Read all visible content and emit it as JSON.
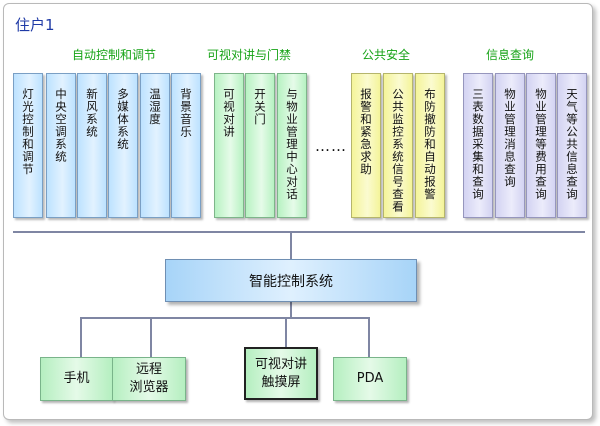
{
  "title": "住户1",
  "categories": [
    {
      "label": "自动控制和调节",
      "color": "#17a317"
    },
    {
      "label": "可视对讲与门禁",
      "color": "#17a317"
    },
    {
      "label": "公共安全",
      "color": "#17a317"
    },
    {
      "label": "信息查询",
      "color": "#17a317"
    }
  ],
  "items": [
    {
      "label": "灯光控制和调节",
      "group": "blue"
    },
    {
      "label": "中央空调系统",
      "group": "blue"
    },
    {
      "label": "新风系统",
      "group": "blue"
    },
    {
      "label": "多媒体系统",
      "group": "blue"
    },
    {
      "label": "温湿度",
      "group": "blue"
    },
    {
      "label": "背景音乐",
      "group": "blue"
    },
    {
      "label": "可视对讲",
      "group": "green"
    },
    {
      "label": "开关门",
      "group": "green"
    },
    {
      "label": "与物业管理中心对话",
      "group": "green"
    },
    {
      "label": "报警和紧急求助",
      "group": "yellow"
    },
    {
      "label": "公共监控系统信号查看",
      "group": "yellow"
    },
    {
      "label": "布防撤防和自动报警",
      "group": "yellow"
    },
    {
      "label": "三表数据采集和查询",
      "group": "purple"
    },
    {
      "label": "物业管理消息查询",
      "group": "purple"
    },
    {
      "label": "物业管理等费用查询",
      "group": "purple"
    },
    {
      "label": "天气等公共信息查询",
      "group": "purple"
    }
  ],
  "ellipsis": "……",
  "hub": "智能控制系统",
  "devices": [
    "手机",
    "远程浏览器",
    "可视对讲触摸屏",
    "PDA"
  ],
  "device_lines": [
    [
      "手机"
    ],
    [
      "远程",
      "浏览器"
    ],
    [
      "可视对讲",
      "触摸屏"
    ],
    [
      "PDA"
    ]
  ]
}
